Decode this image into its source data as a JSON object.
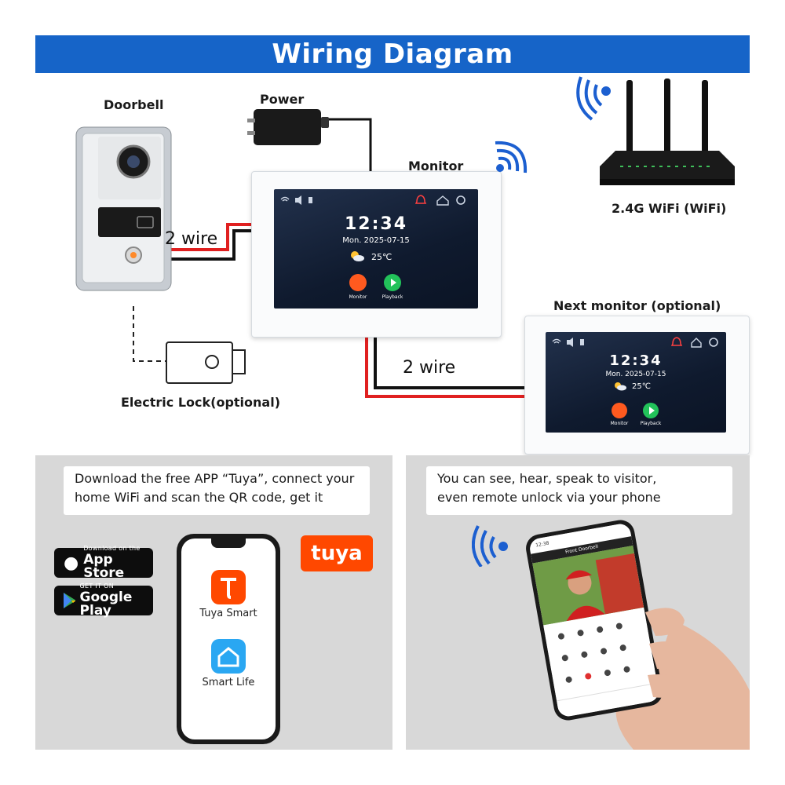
{
  "title": "Wiring Diagram",
  "labels": {
    "doorbell": "Doorbell",
    "power": "Power",
    "monitor": "Monitor",
    "router": "2.4G WiFi (WiFi)",
    "next_monitor": "Next monitor (optional)",
    "electric_lock": "Electric Lock(optional)",
    "wire_1": "2 wire",
    "wire_2": "2 wire"
  },
  "monitor_screen": {
    "time": "12:34",
    "date": "Mon. 2025-07-15",
    "temperature": "25℃",
    "btn_monitor": "Monitor",
    "btn_playback": "Playback"
  },
  "app_panel": {
    "text_line1": "Download the free APP “Tuya”, connect your",
    "text_line2": "home WiFi and scan the QR code, get it",
    "appstore_small": "Download on the",
    "appstore_big": "App Store",
    "googleplay_small": "GET IT ON",
    "googleplay_big": "Google Play",
    "brand_logo": "tuya",
    "app1": "Tuya Smart",
    "app2": "Smart Life"
  },
  "phone_panel": {
    "text_line1": "You can see, hear, speak to visitor,",
    "text_line2": "even remote unlock via your phone",
    "phone_title": "Front Doorbell",
    "phone_time": "12:38"
  },
  "colors": {
    "header": "#1664c8",
    "wifi_blue": "#1c5fd0",
    "wire_red": "#e02020",
    "wire_black": "#111111",
    "panel_gray": "#d8d8d8",
    "tuya_orange": "#ff4800"
  }
}
